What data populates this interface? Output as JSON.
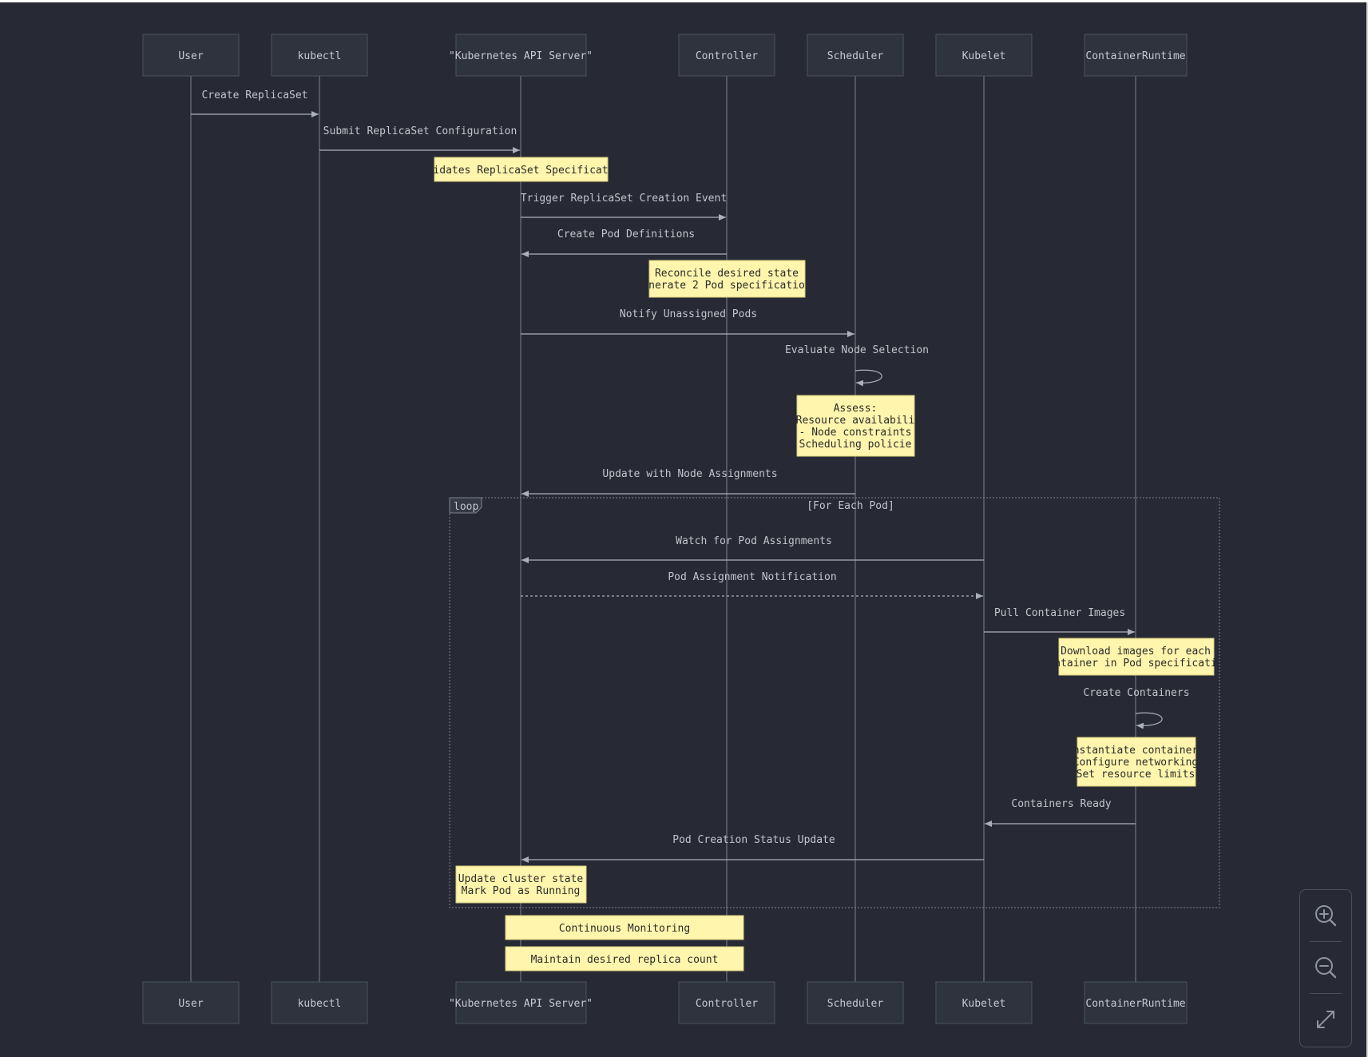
{
  "actors": [
    {
      "id": "user",
      "label": "User"
    },
    {
      "id": "kubectl",
      "label": "kubectl"
    },
    {
      "id": "api",
      "label": "\"Kubernetes API Server\""
    },
    {
      "id": "controller",
      "label": "Controller"
    },
    {
      "id": "scheduler",
      "label": "Scheduler"
    },
    {
      "id": "kubelet",
      "label": "Kubelet"
    },
    {
      "id": "runtime",
      "label": "ContainerRuntime"
    }
  ],
  "messages": [
    {
      "from": "user",
      "to": "kubectl",
      "label": "Create ReplicaSet",
      "style": "solid"
    },
    {
      "from": "kubectl",
      "to": "api",
      "label": "Submit ReplicaSet Configuration",
      "style": "solid"
    },
    {
      "from": "api",
      "to": "controller",
      "label": "Trigger ReplicaSet Creation Event",
      "style": "solid"
    },
    {
      "from": "controller",
      "to": "api",
      "label": "Create Pod Definitions",
      "style": "solid"
    },
    {
      "from": "api",
      "to": "scheduler",
      "label": "Notify Unassigned Pods",
      "style": "solid"
    },
    {
      "from": "scheduler",
      "to": "scheduler",
      "label": "Evaluate Node Selection",
      "style": "self"
    },
    {
      "from": "scheduler",
      "to": "api",
      "label": "Update with Node Assignments",
      "style": "solid"
    },
    {
      "from": "kubelet",
      "to": "api",
      "label": "Watch for Pod Assignments",
      "style": "solid"
    },
    {
      "from": "api",
      "to": "kubelet",
      "label": "Pod Assignment Notification",
      "style": "dotted"
    },
    {
      "from": "kubelet",
      "to": "runtime",
      "label": "Pull Container Images",
      "style": "solid"
    },
    {
      "from": "runtime",
      "to": "runtime",
      "label": "Create Containers",
      "style": "self"
    },
    {
      "from": "runtime",
      "to": "kubelet",
      "label": "Containers Ready",
      "style": "solid"
    },
    {
      "from": "kubelet",
      "to": "api",
      "label": "Pod Creation Status Update",
      "style": "solid"
    }
  ],
  "notes": [
    {
      "over": "api",
      "lines": [
        "idates ReplicaSet Specificat"
      ]
    },
    {
      "over": "controller",
      "lines": [
        "Reconcile desired state",
        "nerate 2 Pod specificatio"
      ]
    },
    {
      "over": "scheduler",
      "lines": [
        "Assess:",
        "Resource availabili",
        "- Node constraints",
        "Scheduling policie"
      ]
    },
    {
      "over": "runtime",
      "lines": [
        "Download images for each",
        "ntainer in Pod specificati"
      ]
    },
    {
      "over": "runtime",
      "lines": [
        "nstantiate container",
        "Configure networking",
        "Set resource limits"
      ]
    },
    {
      "over": "api",
      "lines": [
        "Update cluster state",
        "Mark Pod as Running"
      ]
    },
    {
      "over": "api-controller",
      "lines": [
        "Continuous Monitoring"
      ]
    },
    {
      "over": "api-controller",
      "lines": [
        "Maintain desired replica count"
      ]
    }
  ],
  "loop": {
    "tag": "loop",
    "condition": "[For Each Pod]"
  },
  "zoom_controls": [
    {
      "name": "zoom-in-icon"
    },
    {
      "name": "zoom-out-icon"
    },
    {
      "name": "fit-screen-icon"
    }
  ]
}
